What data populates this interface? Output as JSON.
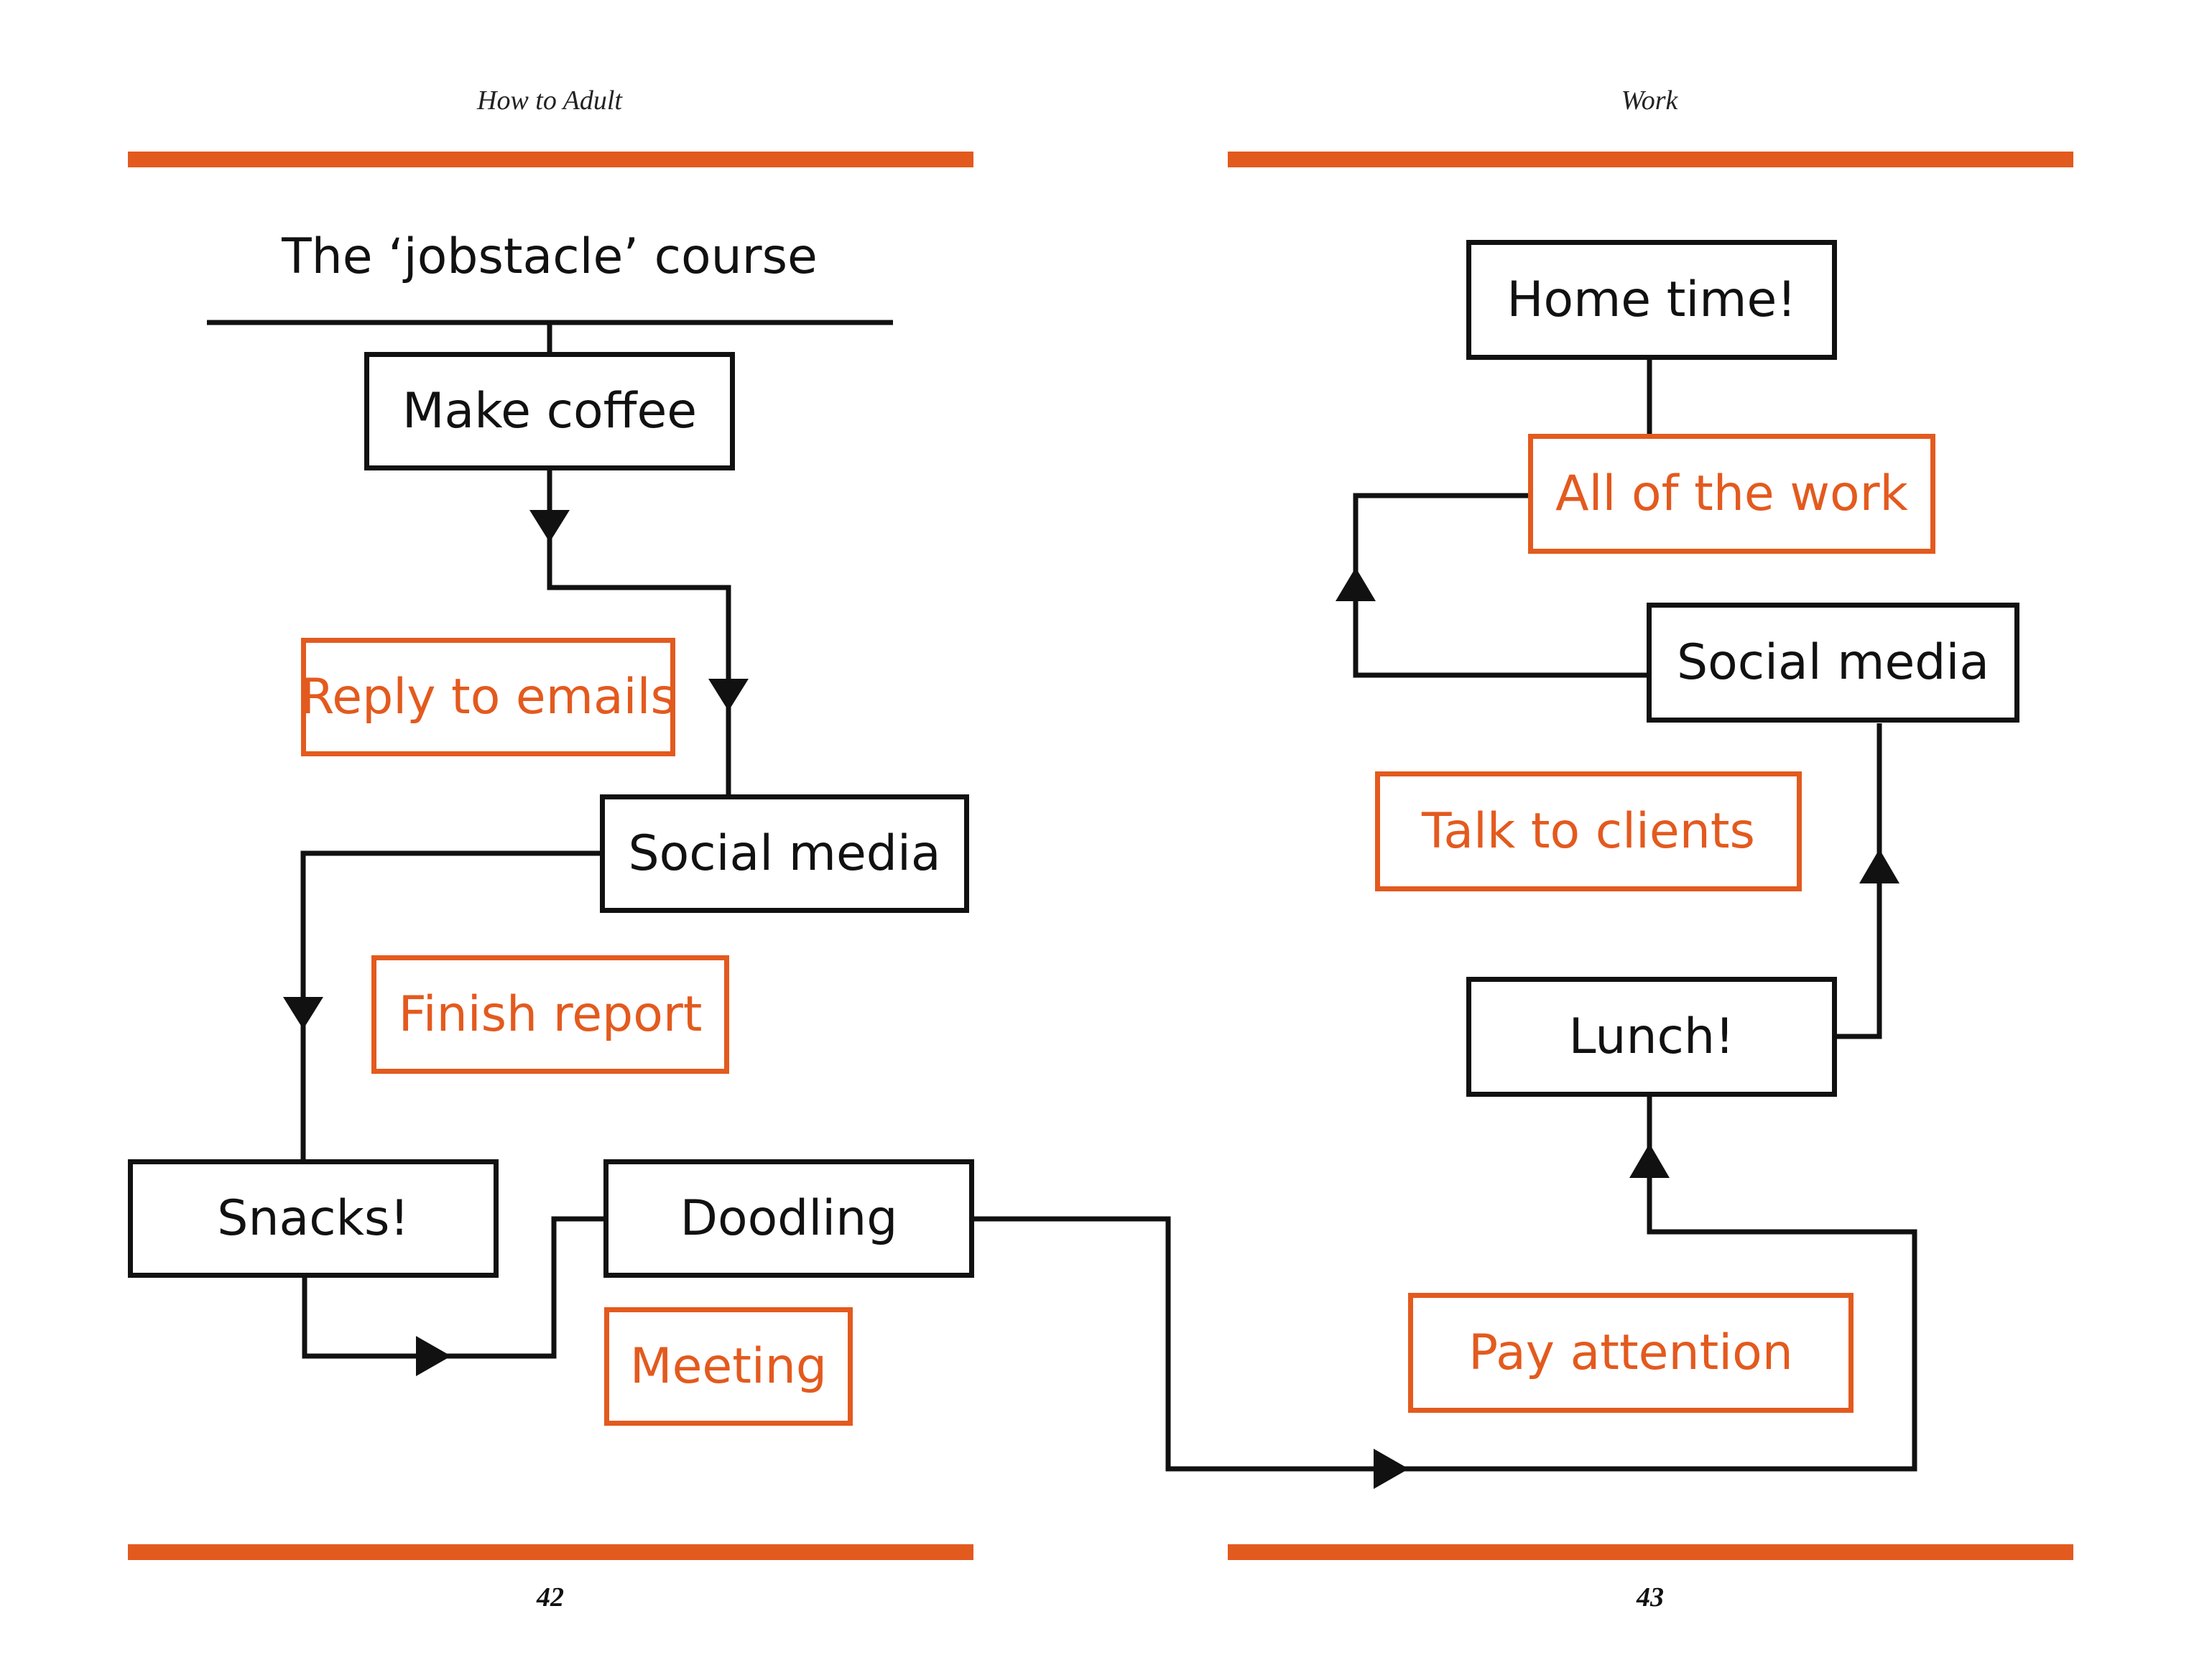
{
  "colors": {
    "accent": "#E35A1E",
    "ink": "#111111"
  },
  "left_page": {
    "running_head": "How to Adult",
    "page_number": "42",
    "title": "The ‘jobstacle’ course",
    "nodes": {
      "make_coffee": "Make coffee",
      "reply_to_emails": "Reply to emails",
      "social_media": "Social media",
      "finish_report": "Finish report",
      "snacks": "Snacks!",
      "doodling": "Doodling",
      "meeting": "Meeting"
    }
  },
  "right_page": {
    "running_head": "Work",
    "page_number": "43",
    "nodes": {
      "home_time": "Home time!",
      "all_of_the_work": "All of the work",
      "social_media": "Social media",
      "talk_to_clients": "Talk to clients",
      "lunch": "Lunch!",
      "pay_attention": "Pay attention"
    }
  }
}
